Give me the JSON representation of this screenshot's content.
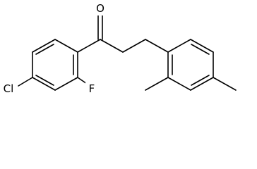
{
  "molecule": {
    "atom_labels": {
      "oxygen": "O",
      "chlorine": "Cl",
      "fluorine": "F"
    },
    "colors": {
      "bond": "#000000",
      "background": "#ffffff"
    }
  }
}
